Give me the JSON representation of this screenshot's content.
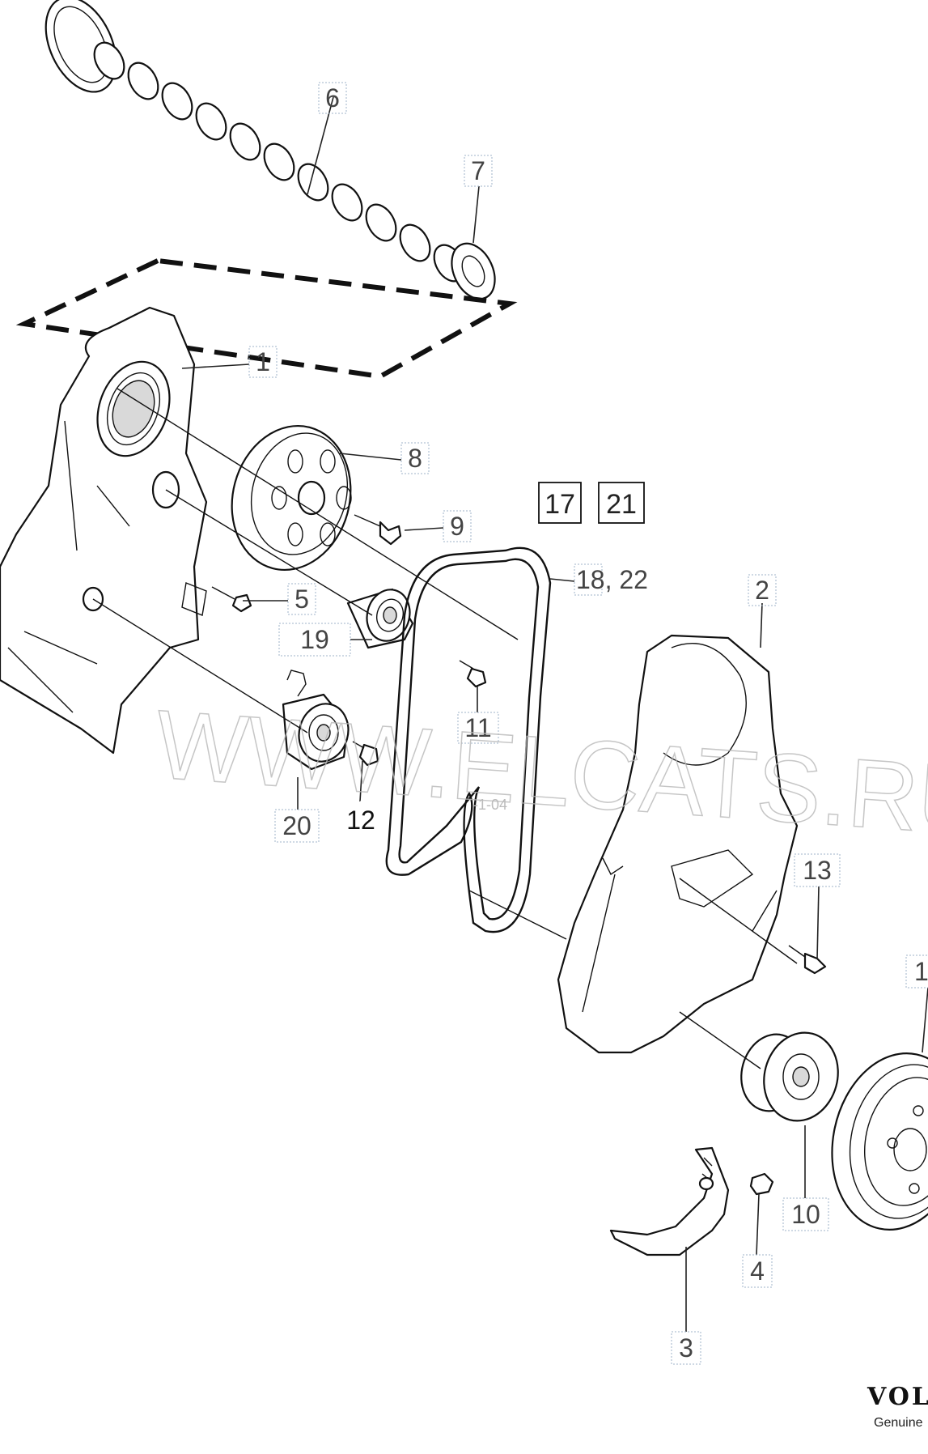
{
  "callouts": {
    "c1": "1",
    "c2": "2",
    "c3": "3",
    "c4": "4",
    "c5": "5",
    "c6": "6",
    "c7": "7",
    "c8": "8",
    "c9": "9",
    "c10": "10",
    "c11": "11",
    "c12": "12",
    "c13": "13",
    "c14": "1",
    "c18_22": "18,  22",
    "c19": "19",
    "c20": "20"
  },
  "boxed_refs": {
    "r17": "17",
    "r21": "21"
  },
  "watermark": "WWW.ELCATS.RU",
  "faint_code": "-1-04",
  "brand": {
    "logo": "VOL",
    "tagline": "Genuine"
  },
  "colors": {
    "line": "#111111",
    "callout_border": "#9fb3c8",
    "watermark": "#b8b8b8"
  }
}
